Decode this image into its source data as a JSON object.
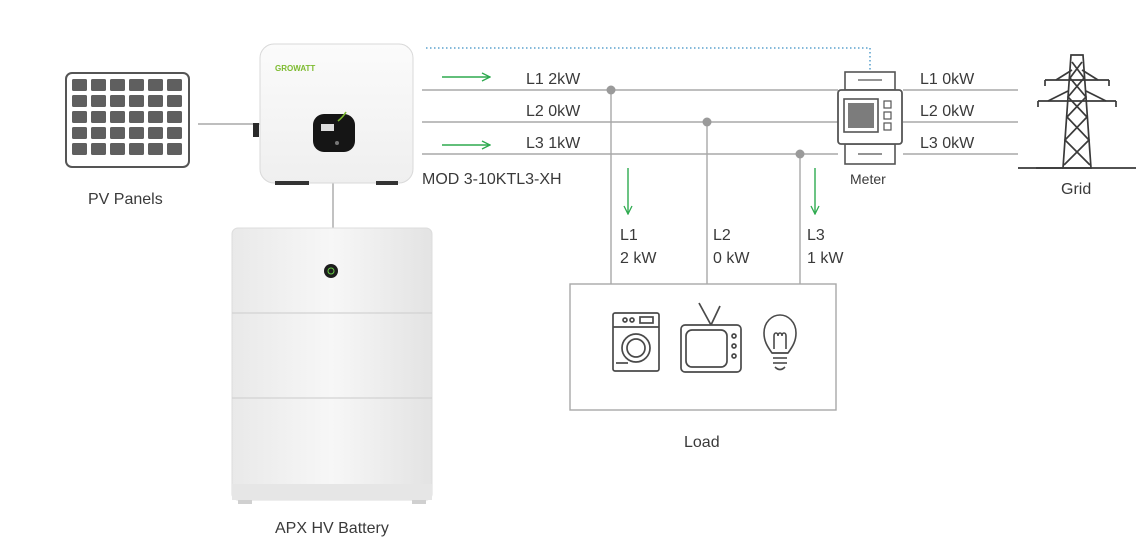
{
  "devices": {
    "pv_panels": {
      "label": "PV Panels"
    },
    "inverter": {
      "brand": "GROWATT",
      "model": "MOD 3-10KTL3-XH"
    },
    "battery": {
      "label": "APX HV Battery"
    },
    "meter": {
      "label": "Meter"
    },
    "grid": {
      "label": "Grid"
    },
    "load": {
      "label": "Load"
    }
  },
  "inverter_lines": [
    {
      "label": "L1 2kW",
      "arrow": true
    },
    {
      "label": "L2 0kW",
      "arrow": false
    },
    {
      "label": "L3 1kW",
      "arrow": true
    }
  ],
  "grid_lines": [
    {
      "label": "L1 0kW"
    },
    {
      "label": "L2 0kW"
    },
    {
      "label": "L3 0kW"
    }
  ],
  "load_branches": [
    {
      "phase": "L1",
      "power": "2 kW",
      "arrow": true
    },
    {
      "phase": "L2",
      "power": "0 kW",
      "arrow": false
    },
    {
      "phase": "L3",
      "power": "1 kW",
      "arrow": true
    }
  ],
  "load_icons": [
    "washing-machine-icon",
    "television-icon",
    "light-bulb-icon"
  ],
  "colors": {
    "line": "#a8a8a8",
    "arrow": "#2eaa4f",
    "dotted": "#3b8fc4",
    "outline": "#555555",
    "inverter_accent": "#7dbb2f"
  }
}
